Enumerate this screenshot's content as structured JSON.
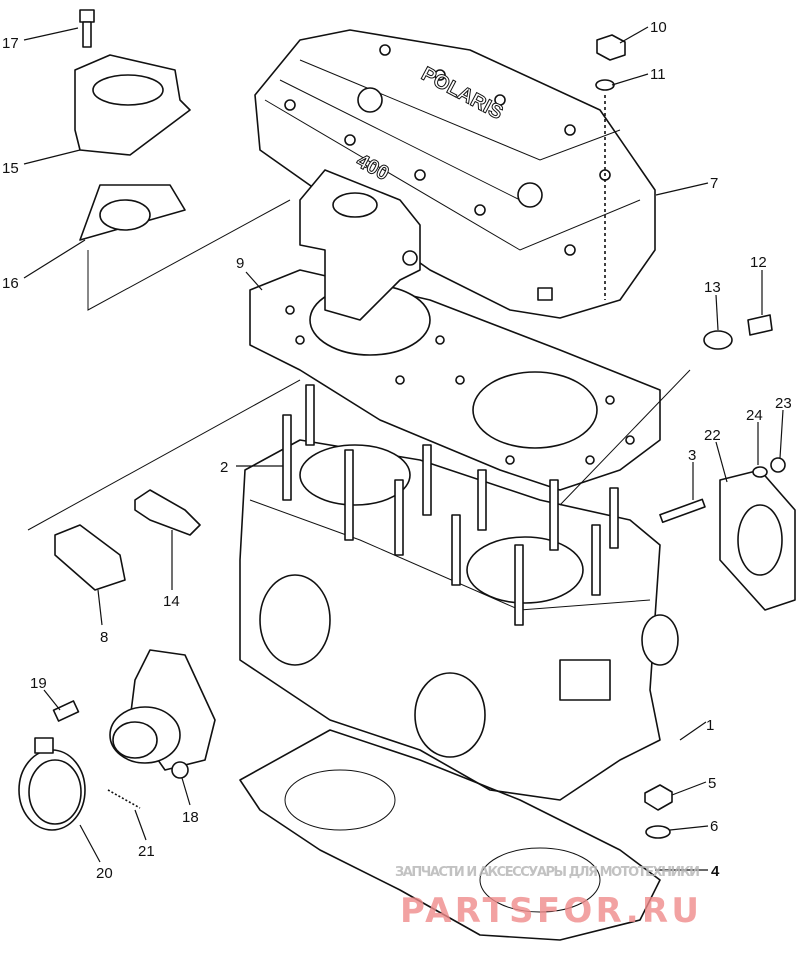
{
  "diagram": {
    "callouts": [
      {
        "label": "17"
      },
      {
        "label": "10"
      },
      {
        "label": "11"
      },
      {
        "label": "15"
      },
      {
        "label": "7"
      },
      {
        "label": "16"
      },
      {
        "label": "9"
      },
      {
        "label": "13"
      },
      {
        "label": "12"
      },
      {
        "label": "23"
      },
      {
        "label": "24"
      },
      {
        "label": "22"
      },
      {
        "label": "2"
      },
      {
        "label": "3"
      },
      {
        "label": "14"
      },
      {
        "label": "8"
      },
      {
        "label": "1"
      },
      {
        "label": "19"
      },
      {
        "label": "18"
      },
      {
        "label": "5"
      },
      {
        "label": "6"
      },
      {
        "label": "21"
      },
      {
        "label": "20"
      },
      {
        "label": "4"
      }
    ],
    "cover_lettering": [
      "POLARIS",
      "400"
    ]
  },
  "watermark": {
    "line1": "ЗАПЧАСТИ И АКСЕССУАРЫ ДЛЯ МОТОТЕХНИКИ",
    "line2": "PARTSFOR.RU",
    "color": "#f08b8b"
  }
}
